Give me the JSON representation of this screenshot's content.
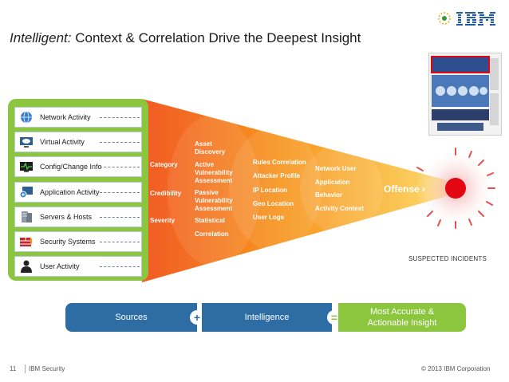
{
  "header": {
    "title_lead": "Intelligent:",
    "title_rest": "Context & Correlation Drive the Deepest Insight",
    "brand": "IBM"
  },
  "sources": [
    {
      "label": "Network Activity",
      "icon": "globe-icon"
    },
    {
      "label": "Virtual Activity",
      "icon": "cloud-monitor-icon"
    },
    {
      "label": "Config/Change Info",
      "icon": "pulse-monitor-icon"
    },
    {
      "label": "Application Activity",
      "icon": "gear-monitor-icon"
    },
    {
      "label": "Servers & Hosts",
      "icon": "server-icon"
    },
    {
      "label": "Security Systems",
      "icon": "firewall-icon"
    },
    {
      "label": "User Activity",
      "icon": "user-icon"
    }
  ],
  "funnel": {
    "col1": [
      "Category",
      "Credibility",
      "Severity"
    ],
    "col2": [
      "Asset\nDiscovery",
      "Active\nVulnerability\nAssessment",
      "Passive\nVulnerability\nAssessment",
      "Statistical",
      "Correlation"
    ],
    "col3": [
      "Rules Correlation",
      "Attacker Profile",
      "IP Location",
      "Geo Location",
      "User Logs"
    ],
    "col4": [
      "Network User",
      "Application",
      "Behavior",
      "Activity Context"
    ],
    "offense": "Offense",
    "suspected": "SUSPECTED INCIDENTS"
  },
  "flow": {
    "sources": "Sources",
    "plus": "+",
    "intelligence": "Intelligence",
    "equals": "=",
    "result": "Most Accurate &\nActionable Insight"
  },
  "footer": {
    "page": "11",
    "org": "IBM Security",
    "copyright": "© 2013 IBM Corporation"
  },
  "colors": {
    "funnel_orange": "#f15a24",
    "funnel_yellow": "#f9b233",
    "source_green": "#8cc63f",
    "flow_blue": "#2e6da4",
    "incident_red": "#e30613"
  }
}
